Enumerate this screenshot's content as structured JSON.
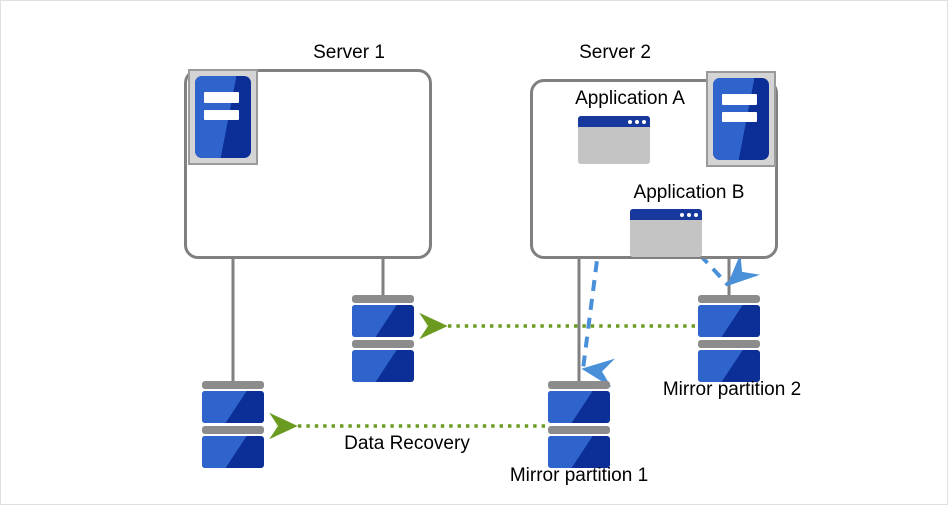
{
  "diagram": {
    "title": "Server mirroring and data recovery diagram",
    "colors": {
      "server_outline": "#808080",
      "disk_blue_dark": "#0b2f96",
      "disk_blue_light": "#2f64cc",
      "disk_bar_gray": "#8c8c8c",
      "app_title_blue": "#17389c",
      "app_body_gray": "#c4c4c4",
      "tower_frame_gray": "#d4d4d4",
      "mirror_arrow_blue": "#4a90d9",
      "recovery_arrow_green": "#6a9a1f",
      "canvas_border": "#e0e0e0",
      "text": "#000000"
    }
  },
  "servers": [
    {
      "id": "server1",
      "label": "Server 1"
    },
    {
      "id": "server2",
      "label": "Server 2"
    }
  ],
  "applications": [
    {
      "id": "app-a",
      "label": "Application A"
    },
    {
      "id": "app-b",
      "label": "Application B"
    }
  ],
  "disks": [
    {
      "id": "server1-disk-top",
      "label": ""
    },
    {
      "id": "server1-disk-bottom",
      "label": ""
    },
    {
      "id": "mirror-partition-1",
      "label": "Mirror partition 1"
    },
    {
      "id": "mirror-partition-2",
      "label": "Mirror partition 2"
    }
  ],
  "flows": [
    {
      "id": "recovery-top",
      "label": "",
      "kind": "data-recovery",
      "from": "mirror-partition-2",
      "to": "server1-disk-top"
    },
    {
      "id": "recovery-bottom",
      "label": "Data Recovery",
      "kind": "data-recovery",
      "from": "mirror-partition-1",
      "to": "server1-disk-bottom"
    },
    {
      "id": "mirror-a",
      "label": "",
      "kind": "application-write",
      "from": "app-a",
      "to": "mirror-partition-1"
    },
    {
      "id": "mirror-b",
      "label": "",
      "kind": "application-write",
      "from": "app-b",
      "to": "mirror-partition-2"
    }
  ],
  "icons": {
    "server_tower": "server-tower-icon",
    "application_window": "application-window-icon",
    "disk_partition": "disk-partition-icon"
  }
}
